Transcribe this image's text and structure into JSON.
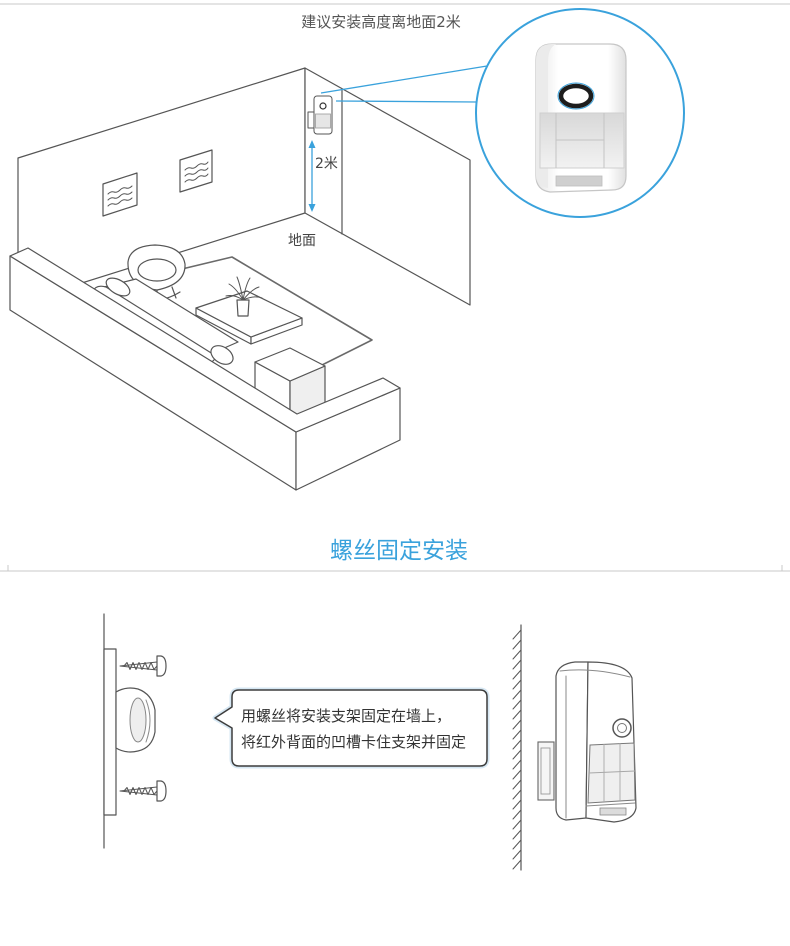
{
  "installation": {
    "caption": "建议安装高度离地面2米",
    "height_label": "2米",
    "floor_label": "地面"
  },
  "screw_mount": {
    "title": "螺丝固定安装",
    "instructions": [
      "用螺丝将安装支架固定在墙上，",
      "将红外背面的凹槽卡住支架并固定"
    ]
  },
  "colors": {
    "accent": "#3aa2dc",
    "line": "#555555",
    "divider": "#c8c8c8"
  }
}
